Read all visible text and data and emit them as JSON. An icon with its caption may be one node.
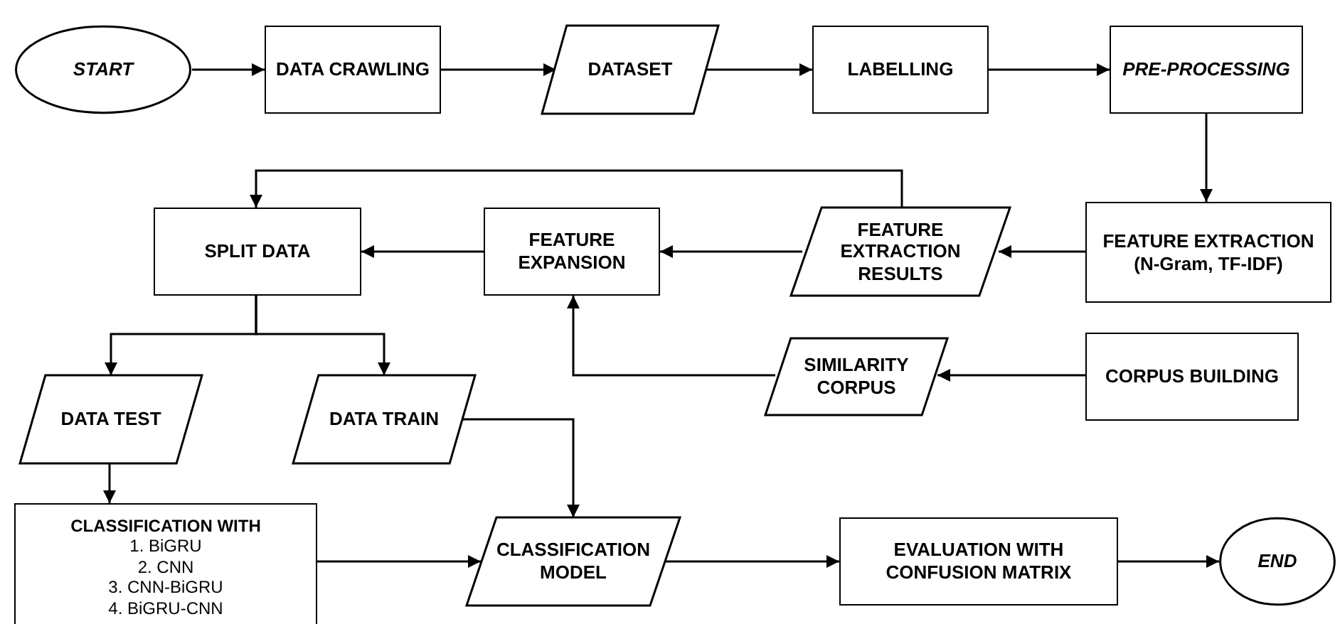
{
  "diagram": {
    "nodes": [
      {
        "text": [
          "START"
        ]
      },
      {
        "text": [
          "DATA CRAWLING"
        ]
      },
      {
        "text": [
          "DATASET"
        ]
      },
      {
        "text": [
          "LABELLING"
        ]
      },
      {
        "text": [
          "PRE-PROCESSING"
        ]
      },
      {
        "text": [
          "FEATURE EXTRACTION",
          "(N-Gram, TF-IDF)"
        ]
      },
      {
        "text": [
          "FEATURE EXTRACTION RESULTS"
        ]
      },
      {
        "text": [
          "FEATURE EXPANSION"
        ]
      },
      {
        "text": [
          "SPLIT DATA"
        ]
      },
      {
        "text": [
          "SIMILARITY CORPUS"
        ]
      },
      {
        "text": [
          "CORPUS BUILDING"
        ]
      },
      {
        "text": [
          "DATA TEST"
        ]
      },
      {
        "text": [
          "DATA TRAIN"
        ]
      },
      {
        "text": [
          "CLASSIFICATION WITH",
          "1. BiGRU",
          "2. CNN",
          "3. CNN-BiGRU",
          "4. BiGRU-CNN"
        ]
      },
      {
        "text": [
          "CLASSIFICATION MODEL"
        ]
      },
      {
        "text": [
          "EVALUATION WITH CONFUSION MATRIX"
        ]
      },
      {
        "text": [
          "END"
        ]
      }
    ],
    "edges": [
      {
        "from": 0,
        "to": 1,
        "arrow": "to"
      },
      {
        "from": 1,
        "to": 2,
        "arrow": "to"
      },
      {
        "from": 2,
        "to": 3,
        "arrow": "to"
      },
      {
        "from": 3,
        "to": 4,
        "arrow": "to"
      },
      {
        "from": 4,
        "to": 5,
        "arrow": "to"
      },
      {
        "from": 5,
        "to": 6,
        "arrow": "to"
      },
      {
        "from": 6,
        "to": 7,
        "arrow": "to"
      },
      {
        "from": 7,
        "to": 8,
        "arrow": "to"
      },
      {
        "from": 6,
        "to": 8,
        "arrow": "to"
      },
      {
        "from": 10,
        "to": 9,
        "arrow": "to"
      },
      {
        "from": 9,
        "to": 7,
        "arrow": "to"
      },
      {
        "from": 8,
        "to": 11,
        "arrow": "to"
      },
      {
        "from": 8,
        "to": 12,
        "arrow": "to"
      },
      {
        "from": 11,
        "to": 13,
        "arrow": "to"
      },
      {
        "from": 12,
        "to": 14,
        "arrow": "to"
      },
      {
        "from": 13,
        "to": 14,
        "arrow": "to"
      },
      {
        "from": 14,
        "to": 15,
        "arrow": "to"
      },
      {
        "from": 15,
        "to": 16,
        "arrow": "to"
      }
    ]
  }
}
